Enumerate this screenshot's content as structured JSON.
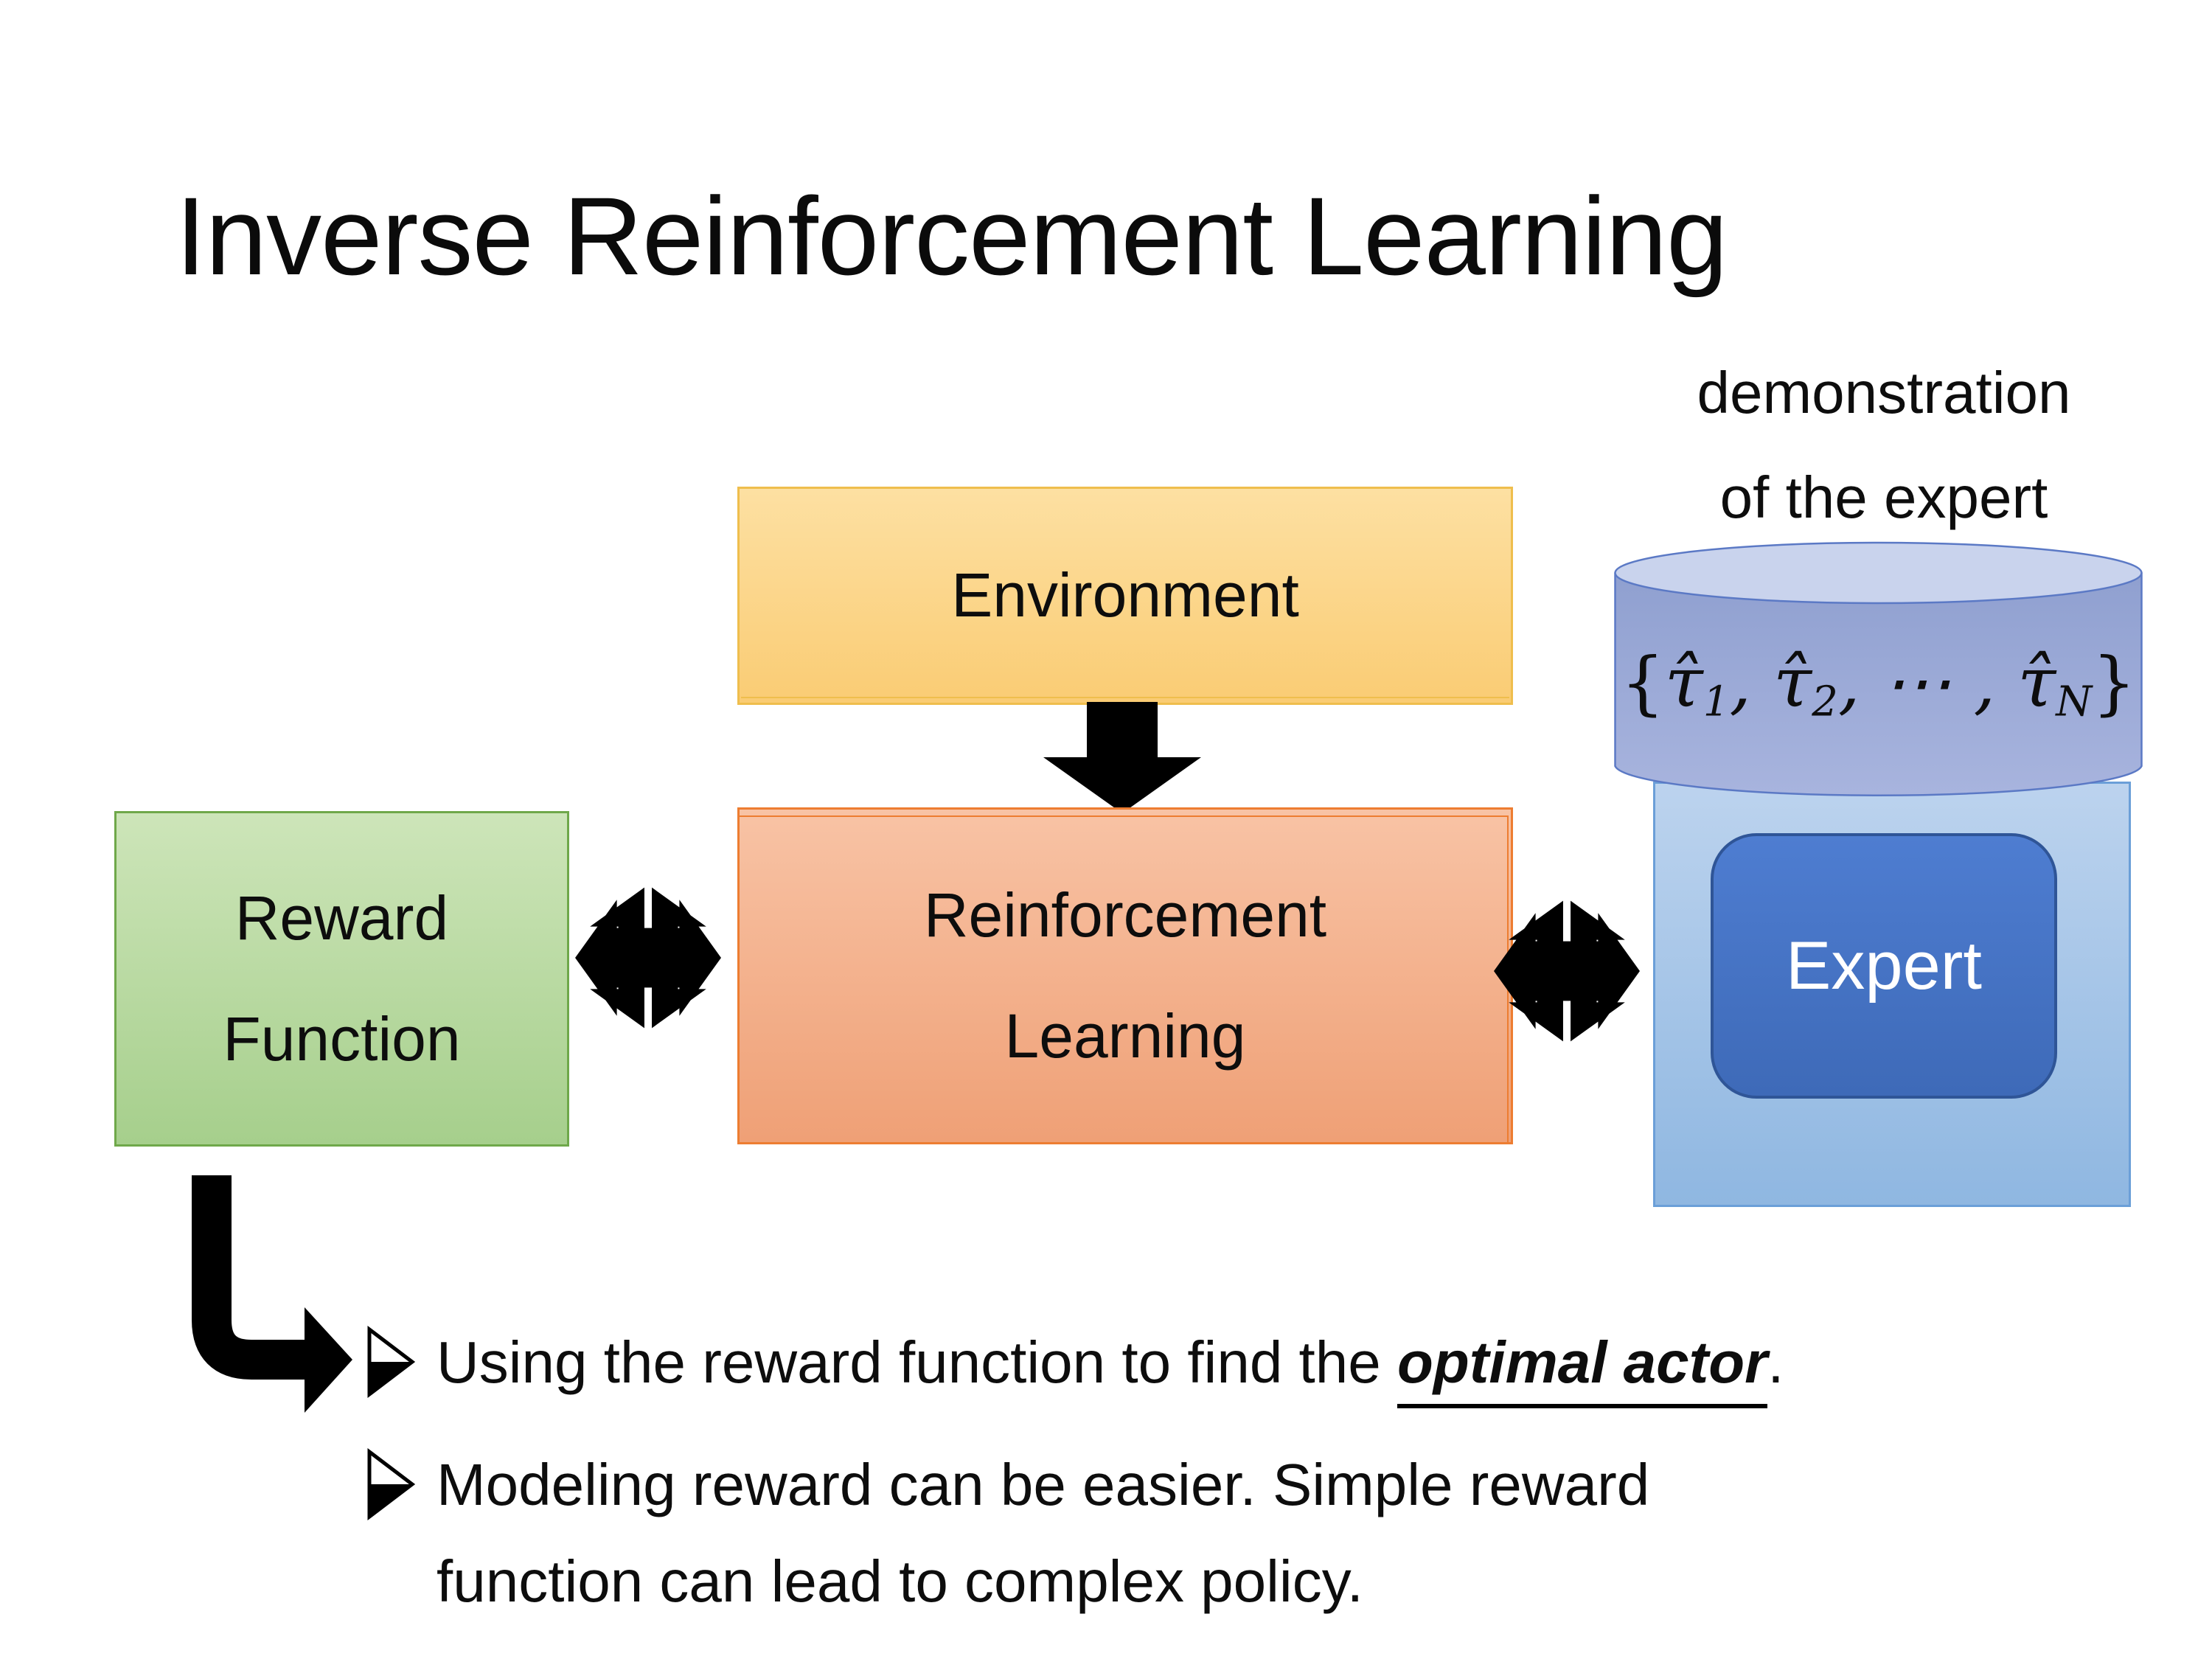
{
  "slide": {
    "title": "Inverse Reinforcement Learning"
  },
  "diagram": {
    "environment": {
      "label": "Environment"
    },
    "reward_function": {
      "line1": "Reward",
      "line2": "Function"
    },
    "reinforcement_learning": {
      "line1": "Reinforcement",
      "line2": "Learning"
    },
    "expert": {
      "label": "Expert"
    },
    "demonstration": {
      "line1": "demonstration",
      "line2": "of the expert"
    },
    "trajectories": {
      "open": "{",
      "tau1": "τ̂",
      "sub1": "1",
      "sep1": ", ",
      "tau2": "τ̂",
      "sub2": "2",
      "sep2": ", ⋯ , ",
      "tau3": "τ̂",
      "subN": "N",
      "close": "}"
    }
  },
  "bullets": {
    "item1": {
      "prefix": "Using the reward function to find the ",
      "highlight": "optimal actor",
      "suffix": "."
    },
    "item2": {
      "text": "Modeling reward can be easier. Simple reward function can lead to complex policy."
    }
  },
  "icons": {
    "down_arrow": "thick black down arrow",
    "double_arrow": "black four-point exchange arrow",
    "elbow_arrow": "black bent elbow arrow pointing right",
    "bullet": "➢"
  },
  "colors": {
    "environment_fill_top": "#FDE0A2",
    "environment_fill_bottom": "#FACC74",
    "environment_border": "#EFBE4D",
    "reward_fill_top": "#CDE5B9",
    "reward_fill_bottom": "#A6CF8C",
    "reward_border": "#6FA84A",
    "rl_fill_top": "#F8C3A5",
    "rl_fill_bottom": "#EFA076",
    "rl_border": "#ED7D31",
    "expert_outer_fill": "#9DC3E6",
    "expert_outer_border": "#6B9FD8",
    "expert_inner_fill": "#4472C4",
    "expert_inner_border": "#2F5597",
    "cylinder_body": "#98A6D4",
    "cylinder_top": "#C9D3ED",
    "cylinder_border": "#5B79C5",
    "arrow_black": "#000000",
    "text_black": "#0d0d0d"
  }
}
